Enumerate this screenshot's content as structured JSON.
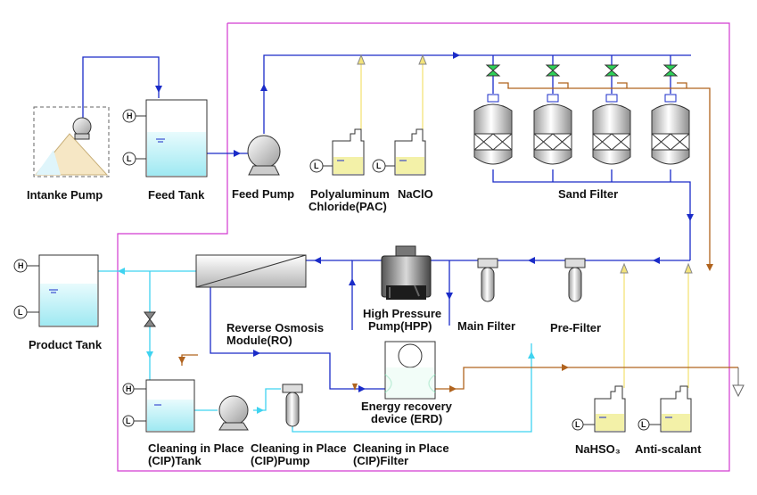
{
  "title": "",
  "labels": {
    "intake_pump": "Intanke Pump",
    "feed_tank": "Feed Tank",
    "feed_pump": "Feed Pump",
    "pac_line1": "Polyaluminum",
    "pac_line2": "Chloride(PAC)",
    "naclo": "NaClO",
    "sand_filter": "Sand Filter",
    "product_tank": "Product Tank",
    "ro_line1": "Reverse Osmosis",
    "ro_line2": "Module(RO)",
    "hpp_line1": "High Pressure",
    "hpp_line2": "Pump(HPP)",
    "main_filter": "Main Filter",
    "pre_filter": "Pre-Filter",
    "erd_line1": "Energy recovery",
    "erd_line2": "device (ERD)",
    "cip_tank_line1": "Cleaning in Place",
    "cip_tank_line2": "(CIP)Tank",
    "cip_pump_line1": "Cleaning in Place",
    "cip_pump_line2": "(CIP)Pump",
    "cip_filter_line1": "Cleaning in Place",
    "cip_filter_line2": "(CIP)Filter",
    "nahso3": "NaHSO₃",
    "antiscalant": "Anti-scalant"
  },
  "level_switch": {
    "high": "H",
    "low": "L"
  },
  "colors": {
    "feed_water": "#1a2bc8",
    "product_water": "#3fd3f0",
    "chemical_dosing": "#f3e37a",
    "drain_concentrate": "#b0631e",
    "system_boundary": "#d23ad0",
    "tank_liquid": "#b9f1f6",
    "chemical_liquid": "#f3f1a8",
    "valve_green": "#2ed158"
  }
}
